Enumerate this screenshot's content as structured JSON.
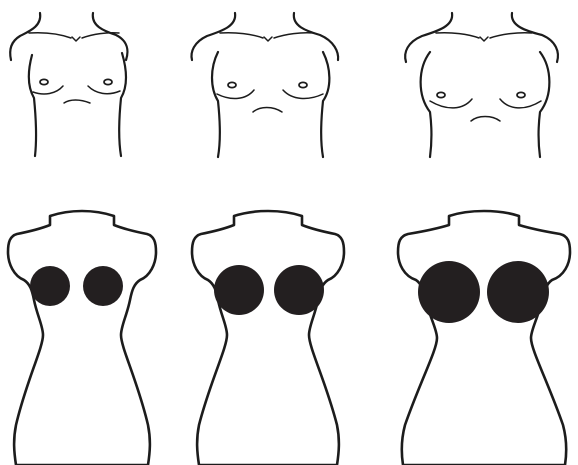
{
  "figure": {
    "rows": [
      "torso-line-drawings",
      "dress-form-silhouettes"
    ],
    "columns": [
      "small",
      "medium",
      "large"
    ],
    "colors": {
      "background": "#ffffff",
      "outline": "#1c1c1c",
      "fill": "#231f20"
    }
  }
}
